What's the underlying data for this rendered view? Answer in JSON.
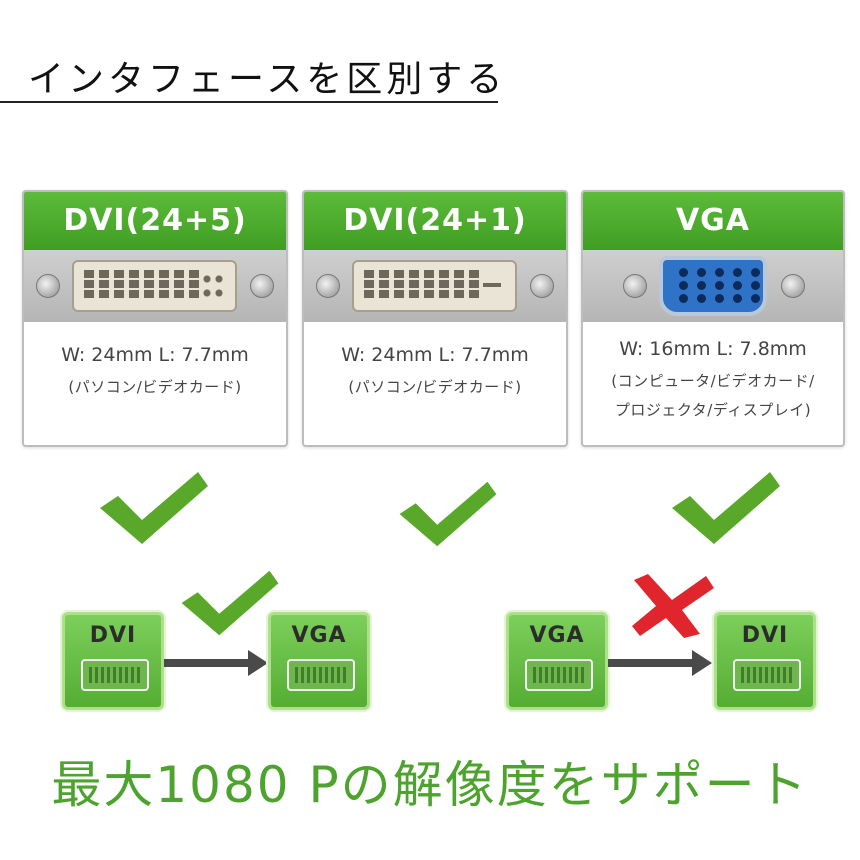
{
  "title": "インタフェースを区別する",
  "cards": [
    {
      "label": "DVI(24+5)",
      "dimensions": "W: 24mm  L: 7.7mm",
      "note": "(パソコン/ビデオカード)",
      "note2": ""
    },
    {
      "label": "DVI(24+1)",
      "dimensions": "W: 24mm  L: 7.7mm",
      "note": "(パソコン/ビデオカード)",
      "note2": ""
    },
    {
      "label": "VGA",
      "dimensions": "W: 16mm  L: 7.8mm",
      "note": "(コンピュータ/ビデオカード/",
      "note2": "プロジェクタ/ディスプレイ)"
    }
  ],
  "conversions": {
    "left": {
      "from": "DVI",
      "to": "VGA",
      "status": "supported"
    },
    "right": {
      "from": "VGA",
      "to": "DVI",
      "status": "not-supported"
    }
  },
  "footer": "最大1080 Pの解像度をサポート",
  "colors": {
    "accent": "#4ea32f",
    "header": "#46a628",
    "cross": "#e0262c"
  }
}
